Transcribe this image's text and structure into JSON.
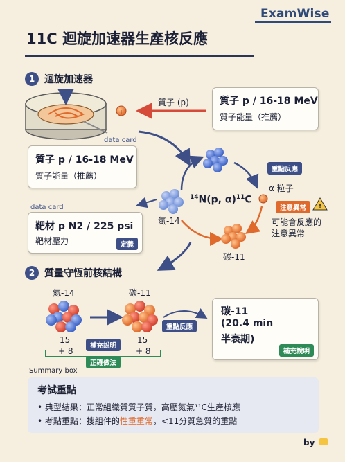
{
  "brand": "ExamWise",
  "title": "11C 迴旋加速器生產核反應",
  "section1": {
    "num": "1",
    "title": "迴旋加速器"
  },
  "section2": {
    "num": "2",
    "title": "質量守恆前核結構"
  },
  "proton_label": "質子 (p)",
  "card_top_right": {
    "main": "質子 p / 16-18 MeV",
    "sub": "質子能量（推薦）"
  },
  "card_left1": {
    "label": "data card",
    "main": "質子 p / 16-18 MeV",
    "sub": "質子能量（推薦）"
  },
  "card_left2": {
    "label": "data card",
    "main": "靶材 p N2 / 225 psi",
    "sub": "靶材壓力",
    "tag": "定義"
  },
  "reaction": {
    "pre": "14",
    "mid": "N(p, α)",
    "sup": "11",
    "post": "C"
  },
  "nitrogen_label": "氮-14",
  "carbon_label": "碳-11",
  "alpha_label": "α 粒子",
  "tag_key_reaction": "重點反應",
  "tag_caution": "注意異常",
  "caution_text_1": "可能會反應的",
  "caution_text_2": "注意異常",
  "section2_content": {
    "n_label": "氮-14",
    "c_label": "碳-11",
    "n_p": "15",
    "n_n": "+ 8",
    "c_p": "15",
    "c_n": "+ 8",
    "tag_supplement": "補充說明",
    "tag_correct": "正確做法",
    "tag_key": "重點反應"
  },
  "card_c11": {
    "line1": "碳-11",
    "line2": "(20.4 min",
    "line3": "半衰期)",
    "tag": "補充說明"
  },
  "summary_label": "Summary box",
  "summary": {
    "title": "考試重點",
    "b1": "典型結果：正常組織質質子質，高壓氮氣¹¹C生產核應",
    "b2_pre": "考點重點：搜組件的",
    "b2_hl": "性重重常",
    "b2_post": "，<11分質急質的重點"
  },
  "by_label": "by",
  "colors": {
    "accent": "#3d4f86",
    "orange": "#e06a2c",
    "green": "#2e8b57",
    "blue": "#4a6fd0"
  }
}
